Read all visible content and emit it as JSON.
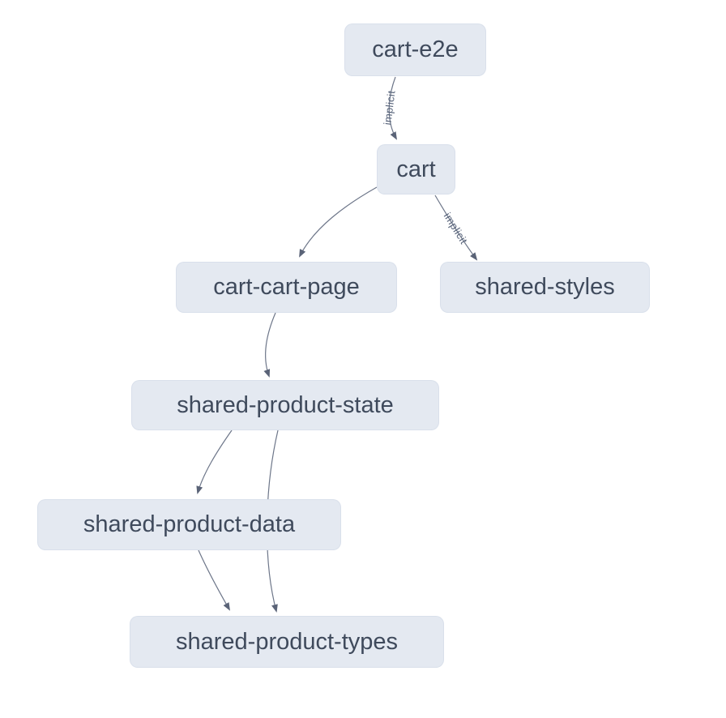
{
  "diagram": {
    "kind": "project-dependency-graph",
    "colors": {
      "background": "#ffffff",
      "node_fill": "#e4e9f1",
      "node_text": "#3f4a5c",
      "edge_stroke": "#6d7689",
      "edge_label": "#57637a"
    },
    "nodes": [
      {
        "id": "cart-e2e",
        "label": "cart-e2e"
      },
      {
        "id": "cart",
        "label": "cart"
      },
      {
        "id": "cart-cart-page",
        "label": "cart-cart-page"
      },
      {
        "id": "shared-styles",
        "label": "shared-styles"
      },
      {
        "id": "shared-product-state",
        "label": "shared-product-state"
      },
      {
        "id": "shared-product-data",
        "label": "shared-product-data"
      },
      {
        "id": "shared-product-types",
        "label": "shared-product-types"
      }
    ],
    "edges": [
      {
        "from": "cart-e2e",
        "to": "cart",
        "label": "implicit"
      },
      {
        "from": "cart",
        "to": "cart-cart-page",
        "label": ""
      },
      {
        "from": "cart",
        "to": "shared-styles",
        "label": "implicit"
      },
      {
        "from": "cart-cart-page",
        "to": "shared-product-state",
        "label": ""
      },
      {
        "from": "shared-product-state",
        "to": "shared-product-data",
        "label": ""
      },
      {
        "from": "shared-product-state",
        "to": "shared-product-types",
        "label": ""
      },
      {
        "from": "shared-product-data",
        "to": "shared-product-types",
        "label": ""
      }
    ]
  }
}
